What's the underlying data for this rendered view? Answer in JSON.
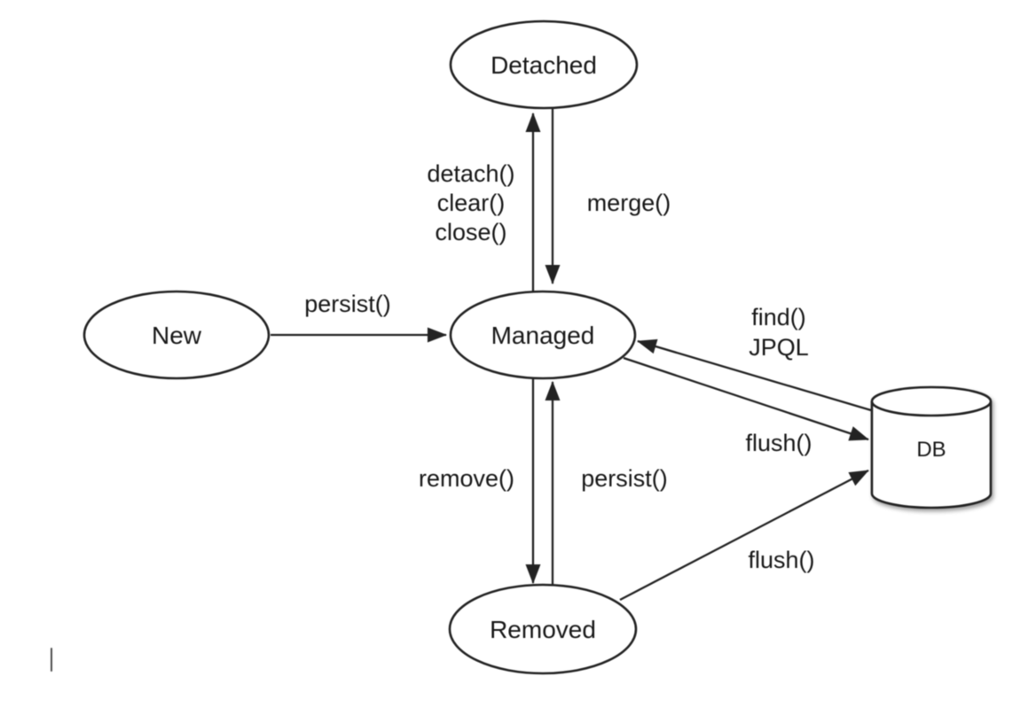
{
  "colors": {
    "background": "#ffffff",
    "line": "#222222",
    "text": "#171717"
  },
  "nodes": {
    "detached": {
      "label": "Detached"
    },
    "new": {
      "label": "New"
    },
    "managed": {
      "label": "Managed"
    },
    "removed": {
      "label": "Removed"
    },
    "db": {
      "label": "DB"
    }
  },
  "edges": {
    "managed_to_detached": {
      "labels": [
        "detach()",
        "clear()",
        "close()"
      ]
    },
    "detached_to_managed": {
      "label": "merge()"
    },
    "new_to_managed": {
      "label": "persist()"
    },
    "managed_to_removed": {
      "label": "remove()"
    },
    "removed_to_managed": {
      "label": "persist()"
    },
    "db_to_managed": {
      "labels": [
        "find()",
        "JPQL"
      ]
    },
    "managed_to_db": {
      "label": "flush()"
    },
    "removed_to_db": {
      "label": "flush()"
    }
  }
}
